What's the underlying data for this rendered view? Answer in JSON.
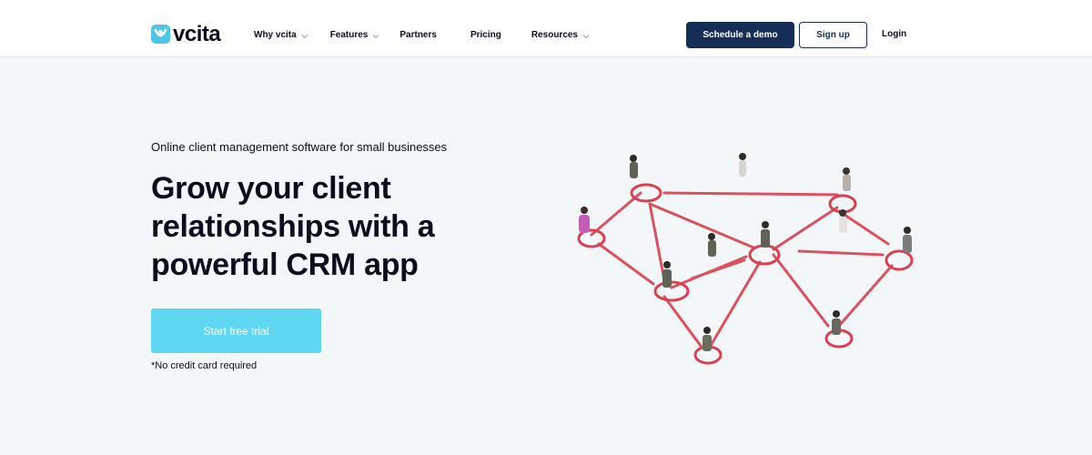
{
  "brand": {
    "name": "vcita",
    "accent": "#4fc6e6"
  },
  "nav": {
    "items": [
      {
        "label": "Why vcita",
        "has_dropdown": true
      },
      {
        "label": "Features",
        "has_dropdown": true
      },
      {
        "label": "Partners",
        "has_dropdown": false
      },
      {
        "label": "Pricing",
        "has_dropdown": false
      },
      {
        "label": "Resources",
        "has_dropdown": true
      }
    ],
    "schedule_demo_label": "Schedule a demo",
    "signup_label": "Sign up",
    "login_label": "Login"
  },
  "hero": {
    "eyebrow": "Online client management software for small businesses",
    "headline_line1": "Grow your client",
    "headline_line2": "relationships with a",
    "headline_line3": "powerful CRM app",
    "cta_label": "Start free trial",
    "note": "*No credit card required",
    "image_icon": "network-of-people-illustration"
  },
  "colors": {
    "nav_button_dark": "#162d56",
    "cta": "#5fd7f2",
    "network_lines": "#d9404f",
    "background": "#f3f7fa"
  }
}
